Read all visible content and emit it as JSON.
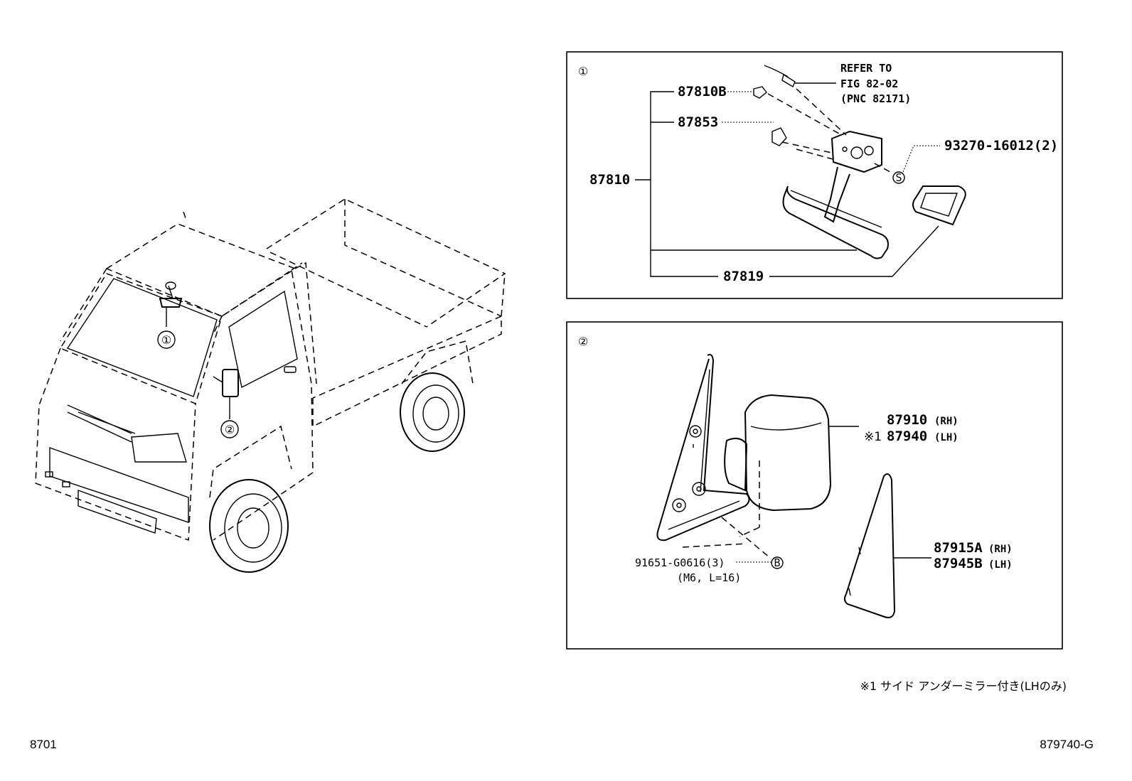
{
  "callouts": {
    "c1": "①",
    "c2": "②"
  },
  "panel1": {
    "refer": [
      "REFER TO",
      "FIG 82-02",
      "(PNC 82171)"
    ],
    "parts": {
      "p87810B": "87810B",
      "p87853": "87853",
      "p87810": "87810",
      "p87819": "87819",
      "p93270": "93270-16012(2)"
    },
    "symbol_s": "S"
  },
  "panel2": {
    "p87910": "87910",
    "p87910_suffix": "(RH)",
    "p87940_mark": "※1",
    "p87940": "87940",
    "p87940_suffix": "(LH)",
    "p87915A": "87915A",
    "p87915A_suffix": "(RH)",
    "p87945B": "87945B",
    "p87945B_suffix": "(LH)",
    "p91651": "91651-G0616(3)",
    "p91651_sub": "(M6, L=16)",
    "symbol_b": "B"
  },
  "footnote": "※1 サイド アンダーミラー付き(LHのみ)",
  "page_left": "8701",
  "page_right": "879740-G"
}
